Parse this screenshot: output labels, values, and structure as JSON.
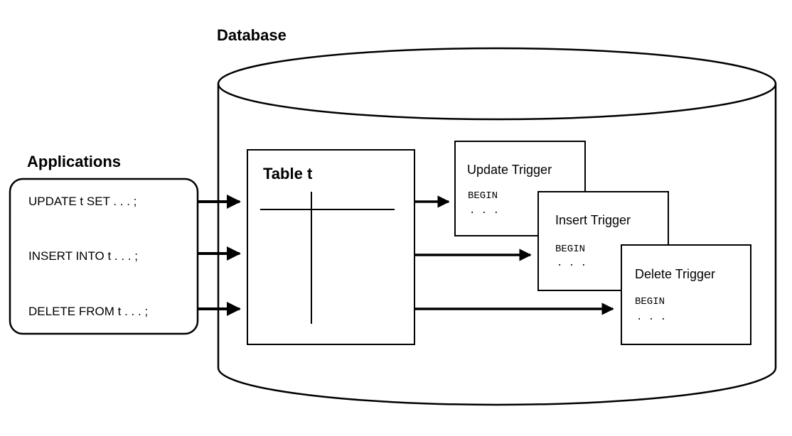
{
  "database_label": "Database",
  "applications": {
    "label": "Applications",
    "statements": [
      "UPDATE t SET . . . ;",
      "INSERT INTO t . . . ;",
      "DELETE FROM t . . . ;"
    ]
  },
  "table": {
    "label": "Table t"
  },
  "triggers": [
    {
      "name": "Update Trigger",
      "code": "BEGIN",
      "ellipsis": ".   .   ."
    },
    {
      "name": "Insert Trigger",
      "code": "BEGIN",
      "ellipsis": ".   .   ."
    },
    {
      "name": "Delete Trigger",
      "code": "BEGIN",
      "ellipsis": ".   .   ."
    }
  ]
}
